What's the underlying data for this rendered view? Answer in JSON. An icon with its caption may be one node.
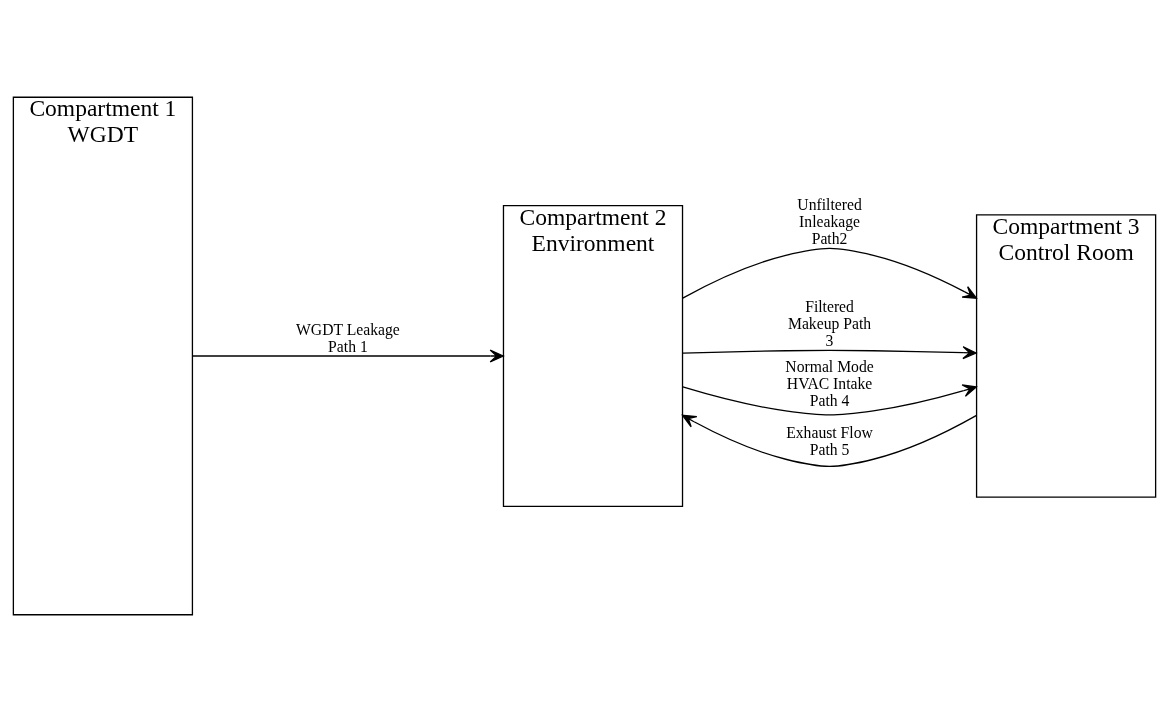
{
  "diagram": {
    "nodes": [
      {
        "text": [
          "Compartment 1 WGDT"
        ]
      },
      {
        "text": [
          "Compartment 2 Environment"
        ]
      },
      {
        "text": [
          "Compartment 3 Control Room"
        ]
      }
    ],
    "edges": [
      {
        "from": 0,
        "to": 1,
        "arrow": "to",
        "label": "WGDT Leakage Path 1"
      },
      {
        "from": 1,
        "to": 2,
        "arrow": "to",
        "label": "Unfiltered Inleakage Path2"
      },
      {
        "from": 1,
        "to": 2,
        "arrow": "to",
        "label": "Filtered Makeup Path 3"
      },
      {
        "from": 1,
        "to": 2,
        "arrow": "to",
        "label": "Normal Mode HVAC Intake Path 4"
      },
      {
        "from": 2,
        "to": 1,
        "arrow": "to",
        "label": "Exhaust Flow Path 5"
      }
    ]
  }
}
